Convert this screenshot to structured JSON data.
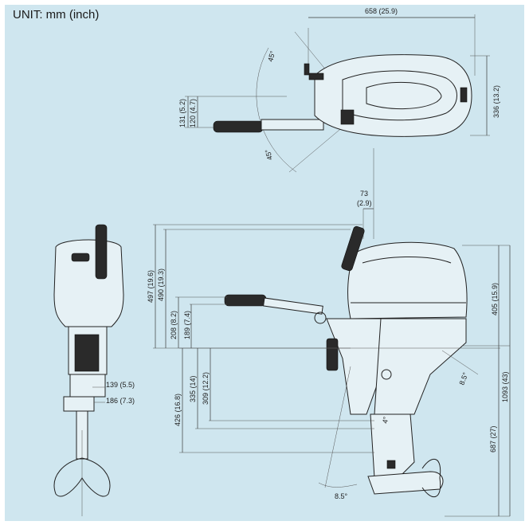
{
  "unit_label": "UNIT: mm (inch)",
  "top_view": {
    "overall_length": "658 (25.9)",
    "width": "336 (13.2)",
    "tiller_offset_a": "131 (5.2)",
    "tiller_offset_b": "120 (4.7)",
    "steer_angle_upper": "45°",
    "steer_angle_lower": "45°"
  },
  "side_view": {
    "setback": "73",
    "setback_inch": "(2.9)",
    "tiller_up_a": "497 (19.6)",
    "tiller_up_b": "490 (19.3)",
    "tiller_low_a": "208 (8.2)",
    "tiller_low_b": "189 (7.4)",
    "cowling_height": "405 (15.9)",
    "overall_height": "1093 (43)",
    "shaft_a": "426 (16.8)",
    "shaft_b": "335 (14)",
    "shaft_c": "309 (12.2)",
    "transom": "687 (27)",
    "trim_angle_upper": "8.5°",
    "trim_angle_lower": "8.5°",
    "tilt_angle": "4°"
  },
  "rear_view": {
    "bracket_width_a": "139 (5.5)",
    "bracket_width_b": "186 (7.3)"
  }
}
